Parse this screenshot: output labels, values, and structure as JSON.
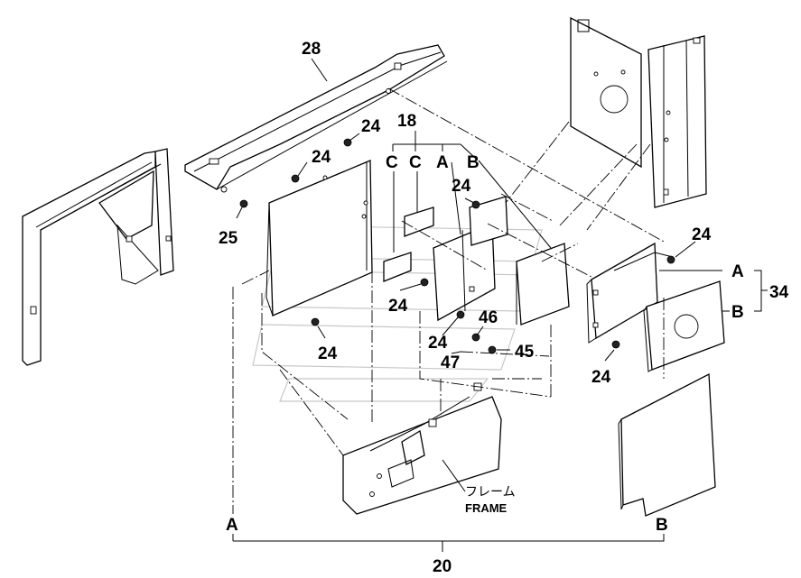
{
  "diagram": {
    "labels": {
      "p28": "28",
      "p18": "18",
      "p25": "25",
      "p20": "20",
      "p34": "34",
      "p46": "46",
      "p45": "45",
      "p47": "47",
      "p24": "24",
      "letterA": "A",
      "letterB": "B",
      "letterC": "C"
    },
    "frame_jp": "フレーム",
    "frame_en": "FRAME"
  }
}
